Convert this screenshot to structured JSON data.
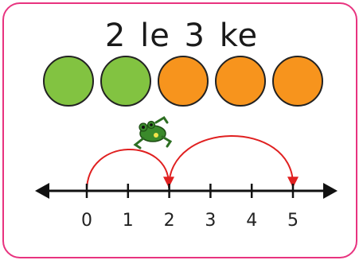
{
  "title": {
    "number_a": "2",
    "word_a": "le",
    "number_b": "3",
    "word_b": "ke"
  },
  "counters": {
    "green_count": 2,
    "orange_count": 3,
    "green_color": "#82c341",
    "orange_color": "#f7941d"
  },
  "frog": {
    "icon": "frog-icon",
    "color": "#3a8a2a"
  },
  "number_line": {
    "ticks": [
      "0",
      "1",
      "2",
      "3",
      "4",
      "5"
    ],
    "jumps": [
      {
        "from": 0,
        "to": 2
      },
      {
        "from": 2,
        "to": 5
      }
    ],
    "jump_color": "#e02020"
  },
  "colors": {
    "border": "#e8337f"
  }
}
